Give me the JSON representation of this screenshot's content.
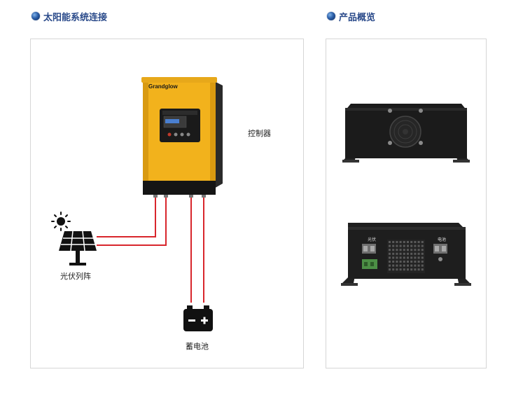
{
  "sections": {
    "connection": {
      "title": "太阳能系统连接"
    },
    "overview": {
      "title": "产品概览"
    }
  },
  "diagram": {
    "controller_label": "控制器",
    "pv_label": "光伏列阵",
    "battery_label": "蓄电池",
    "brand": "Grandglow",
    "colors": {
      "device_yellow": "#f2b21c",
      "wire_red": "#d8262c",
      "device_black": "#151515"
    }
  },
  "product": {
    "pv_port_label": "光伏",
    "battery_port_label": "电池"
  }
}
